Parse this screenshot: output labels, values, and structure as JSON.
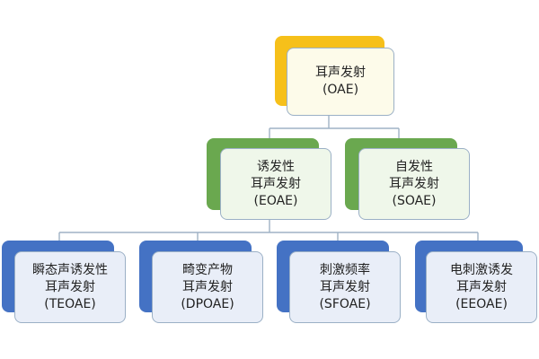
{
  "colors": {
    "root_accent": "#f6c01a",
    "root_fill": "#fdfbea",
    "level2_accent": "#6aa84f",
    "level2_fill": "#eff7ea",
    "level3_accent": "#4472c4",
    "level3_fill": "#e9eef8",
    "connector": "#9fb2c5"
  },
  "root": {
    "lines": [
      "耳声发射",
      "(OAE)"
    ]
  },
  "level2": [
    {
      "lines": [
        "诱发性",
        "耳声发射",
        "(EOAE)"
      ]
    },
    {
      "lines": [
        "自发性",
        "耳声发射",
        "(SOAE)"
      ]
    }
  ],
  "level3": [
    {
      "lines": [
        "瞬态声诱发性",
        "耳声发射",
        "(TEOAE)"
      ]
    },
    {
      "lines": [
        "畸变产物",
        "耳声发射",
        "(DPOAE)"
      ]
    },
    {
      "lines": [
        "刺激频率",
        "耳声发射",
        "(SFOAE)"
      ]
    },
    {
      "lines": [
        "电刺激诱发",
        "耳声发射",
        "(EEOAE)"
      ]
    }
  ]
}
